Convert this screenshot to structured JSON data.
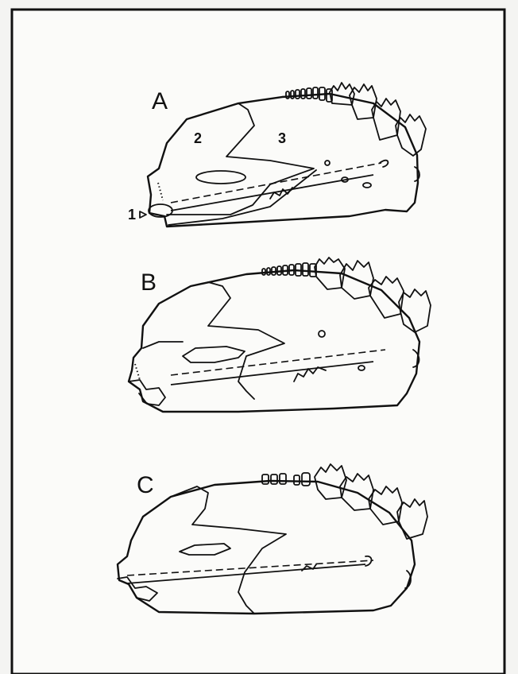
{
  "panels": [
    {
      "letter": "A",
      "region_labels": [
        "2",
        "3"
      ],
      "pointer_label": "1"
    },
    {
      "letter": "B"
    },
    {
      "letter": "C"
    }
  ]
}
